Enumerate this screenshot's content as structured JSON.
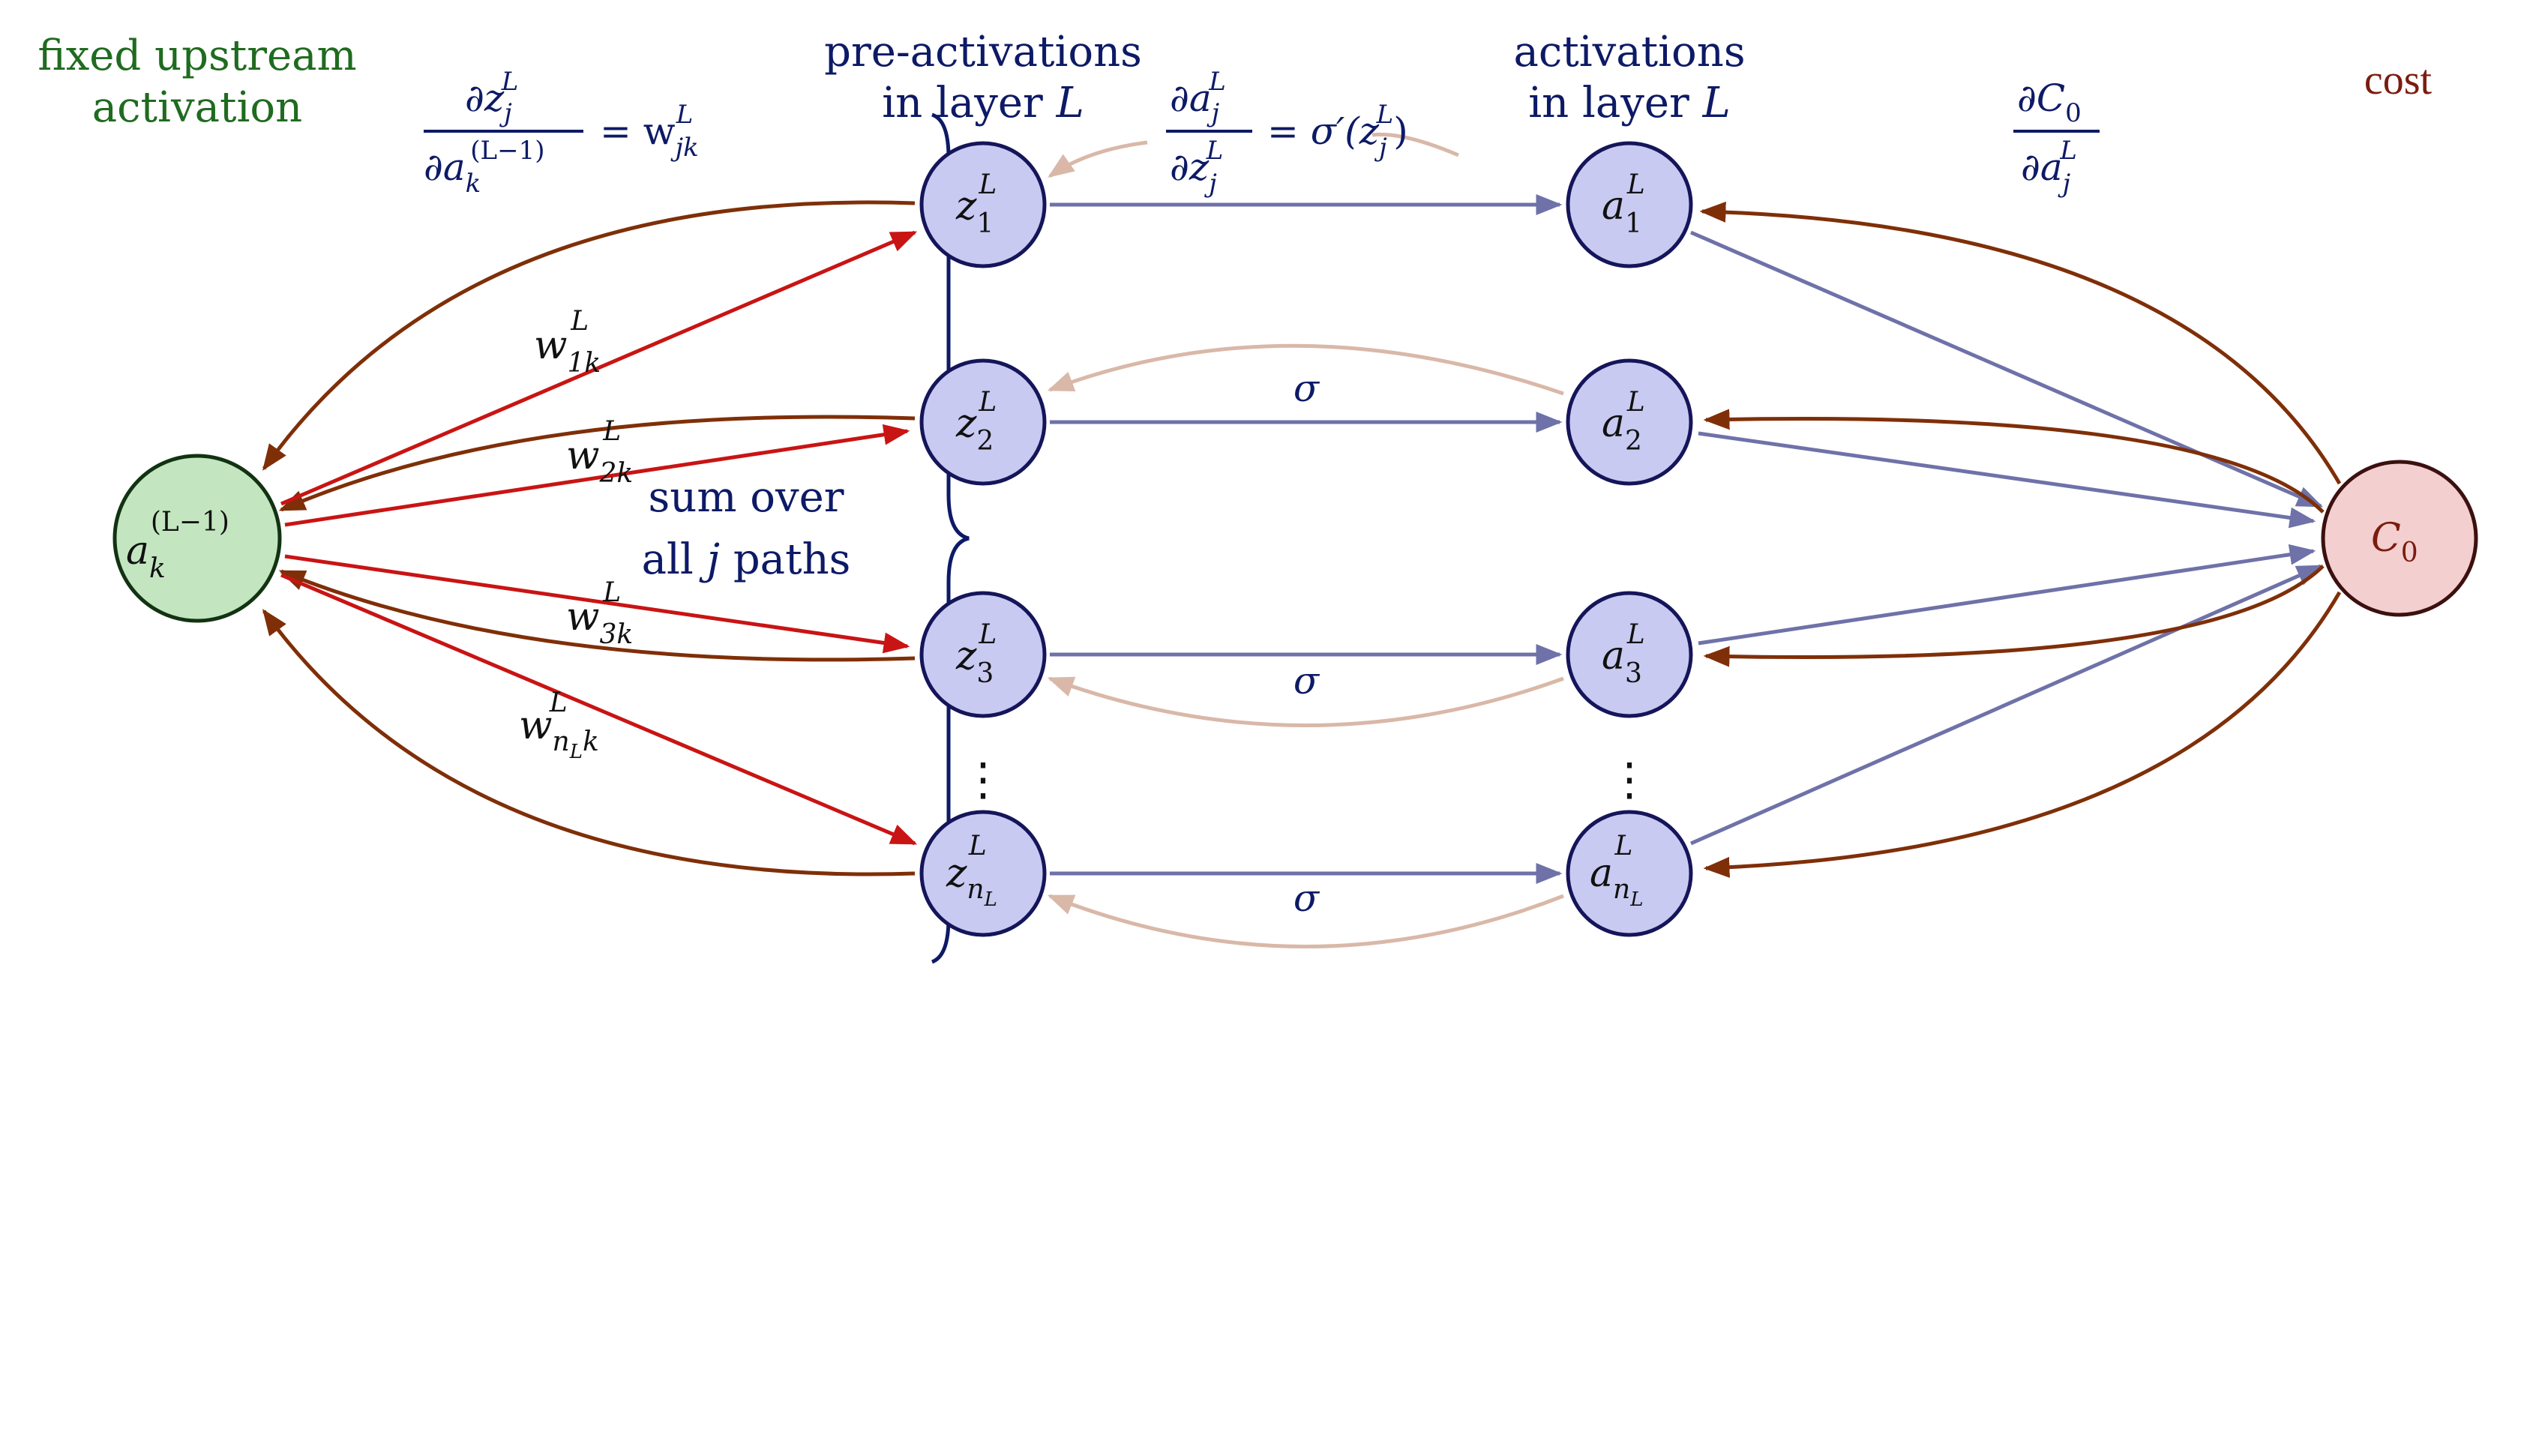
{
  "colors": {
    "navy": "#0d1a66",
    "green_text": "#1f6b1f",
    "cost_text": "#7a1c10",
    "node_blue_fill": "#c9caf2",
    "node_blue_stroke": "#15155a",
    "node_green_fill": "#c3e6c0",
    "node_green_stroke": "#123312",
    "node_pink_fill": "#f4cfcf",
    "node_pink_stroke": "#3d1010",
    "arrow_brown": "#7f2f08",
    "arrow_red": "#c91414",
    "arrow_slate": "#6f72a8",
    "arrow_tan": "#d9b8a8"
  },
  "headers": {
    "upstream_line1": "fixed upstream",
    "upstream_line2": "activation",
    "pre_line1": "pre-activations",
    "pre_line2_prefix": "in layer",
    "pre_line2_var": "L",
    "act_line1": "activations",
    "act_line2_prefix": "in layer",
    "act_line2_var": "L",
    "cost": "cost"
  },
  "formulas": {
    "dz_da": {
      "num": "∂z",
      "num_sub": "j",
      "num_sup": "L",
      "den": "∂a",
      "den_sub": "k",
      "den_sup": "(L−1)",
      "rhs": "= w",
      "rhs_sub": "jk",
      "rhs_sup": "L"
    },
    "da_dz": {
      "num": "∂a",
      "num_sub": "j",
      "num_sup": "L",
      "den": "∂z",
      "den_sub": "j",
      "den_sup": "L",
      "rhs": "= σ′(z",
      "rhs_sub": "j",
      "rhs_sup": "L",
      "rhs_close": ")"
    },
    "dC_da": {
      "num": "∂C",
      "num_sub": "0",
      "den": "∂a",
      "den_sub": "j",
      "den_sup": "L"
    }
  },
  "sum_note": {
    "line1": "sum over",
    "line2_prefix": "all",
    "line2_var": "j",
    "line2_suffix": "paths"
  },
  "nodes": {
    "upstream": {
      "base": "a",
      "sub": "k",
      "sup": "(L−1)"
    },
    "z": [
      {
        "base": "z",
        "sub": "1",
        "sup": "L"
      },
      {
        "base": "z",
        "sub": "2",
        "sup": "L"
      },
      {
        "base": "z",
        "sub": "3",
        "sup": "L"
      },
      {
        "base": "z",
        "sub": "n",
        "subsub": "L",
        "sup": "L"
      }
    ],
    "a": [
      {
        "base": "a",
        "sub": "1",
        "sup": "L"
      },
      {
        "base": "a",
        "sub": "2",
        "sup": "L"
      },
      {
        "base": "a",
        "sub": "3",
        "sup": "L"
      },
      {
        "base": "a",
        "sub": "n",
        "subsub": "L",
        "sup": "L"
      }
    ],
    "cost": {
      "base": "C",
      "sub": "0"
    }
  },
  "weight_labels": [
    {
      "base": "w",
      "sub": "1k",
      "sup": "L"
    },
    {
      "base": "w",
      "sub": "2k",
      "sup": "L"
    },
    {
      "base": "w",
      "sub": "3k",
      "sup": "L"
    },
    {
      "base": "w",
      "sub": "n",
      "subsub": "L",
      "sub_tail": "k",
      "sup": "L"
    }
  ],
  "sigma_labels": [
    "σ",
    "σ",
    "σ"
  ],
  "vdots": "⋮"
}
